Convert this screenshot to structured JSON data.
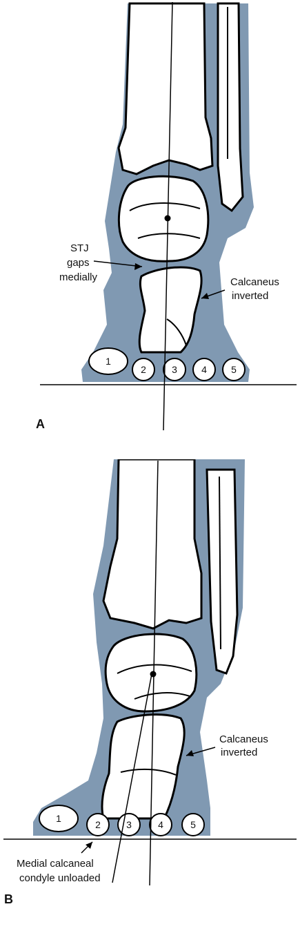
{
  "panel_a": {
    "letter": "A",
    "label_stj_1": "STJ",
    "label_stj_2": "gaps",
    "label_stj_3": "medially",
    "label_calc_1": "Calcaneus",
    "label_calc_2": "inverted",
    "metatarsals": [
      "1",
      "2",
      "3",
      "4",
      "5"
    ]
  },
  "panel_b": {
    "letter": "B",
    "label_calc_1": "Calcaneus",
    "label_calc_2": "inverted",
    "label_condyle_1": "Medial calcaneal",
    "label_condyle_2": "condyle unloaded",
    "metatarsals": [
      "1",
      "2",
      "3",
      "4",
      "5"
    ]
  },
  "colors": {
    "soft_tissue": "#8099b2",
    "bone": "#ffffff",
    "outline": "#000000"
  }
}
